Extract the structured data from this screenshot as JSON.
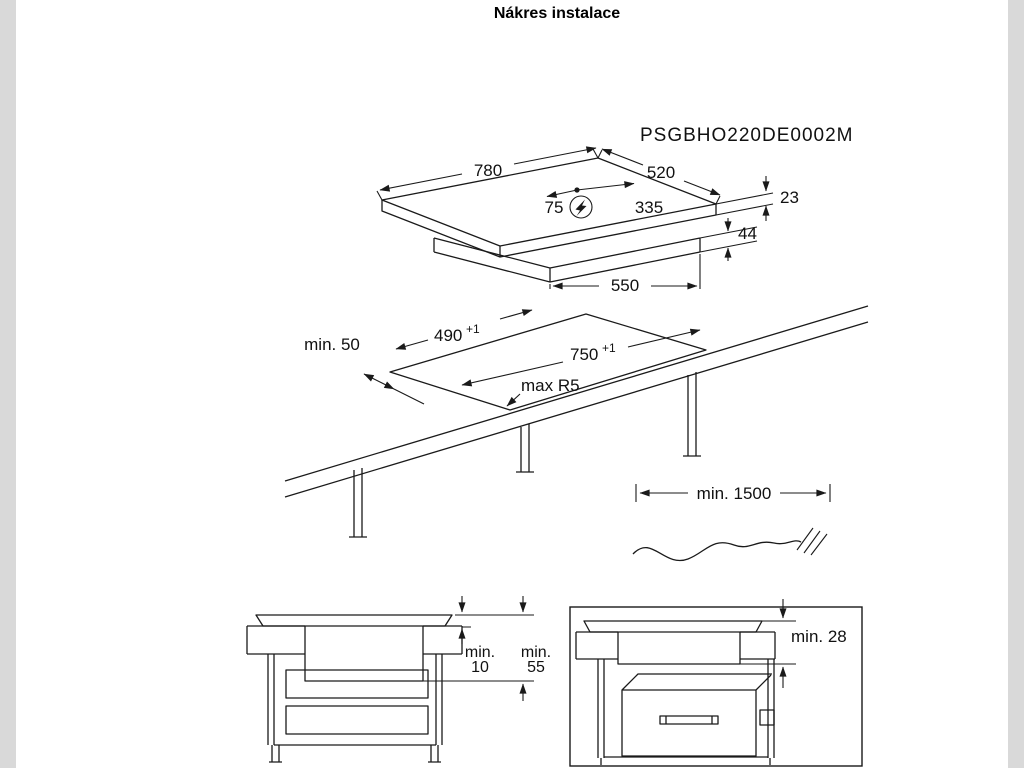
{
  "header": {
    "title": "Nákres instalace",
    "model": "PSGBHO220DE0002M"
  },
  "hob": {
    "width": "780",
    "depth": "520",
    "connection_offset": "75",
    "connection_span": "335",
    "top_thickness": "23",
    "body_height": "44",
    "body_width": "550"
  },
  "cutout": {
    "front_clearance": "min. 50",
    "depth": "490",
    "depth_tolerance": "+1",
    "width": "750",
    "width_tolerance": "+1",
    "corner_radius": "max R5"
  },
  "cable": {
    "min_length": "min. 1500"
  },
  "section_worktop": {
    "hob_overhang_label": "min.",
    "hob_overhang_value": "10",
    "clearance_label": "min.",
    "clearance_value": "55"
  },
  "section_oven": {
    "oven_clearance": "min. 28"
  }
}
